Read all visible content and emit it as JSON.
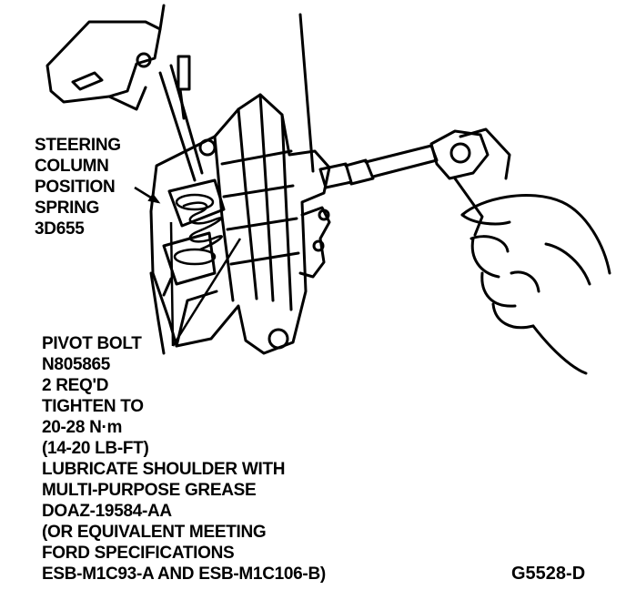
{
  "spring_callout": {
    "lines": [
      "STEERING",
      "COLUMN",
      "POSITION",
      "SPRING",
      "3D655"
    ]
  },
  "bolt_callout": {
    "lines": [
      "PIVOT BOLT",
      "N805865",
      "2 REQ'D",
      "TIGHTEN TO",
      "20-28 N·m",
      "(14-20 LB-FT)",
      "LUBRICATE SHOULDER WITH",
      "MULTI-PURPOSE GREASE",
      "DOAZ-19584-AA",
      "(OR EQUIVALENT MEETING",
      "FORD SPECIFICATIONS",
      "ESB-M1C93-A AND ESB-M1C106-B)"
    ]
  },
  "figure_code": "G5528-D"
}
